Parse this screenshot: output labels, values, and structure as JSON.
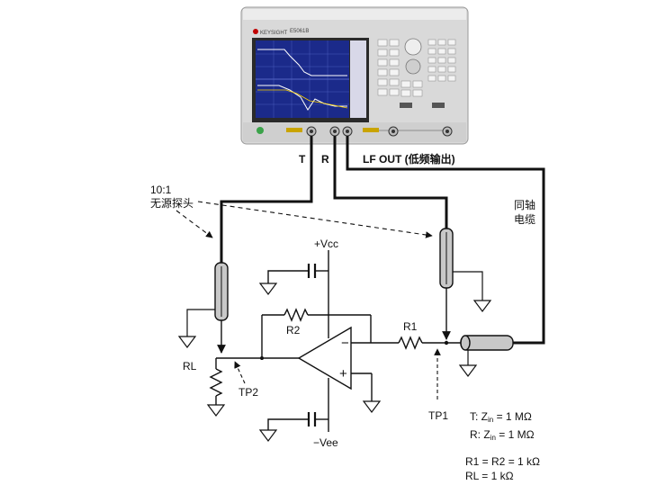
{
  "instrument": {
    "brand": "KEYSIGHT",
    "model": "E5061B",
    "screen_trace_color": "#1b2a8a",
    "port_labels": {
      "t": "T",
      "r": "R",
      "lf_out": "LF OUT (低频输出)"
    }
  },
  "probe": {
    "ratio": "10:1",
    "name": "无源探头"
  },
  "cable": {
    "line1": "同轴",
    "line2": "电缆"
  },
  "circuit": {
    "vcc": "+Vcc",
    "vee": "−Vee",
    "r1": "R1",
    "r2": "R2",
    "rl": "RL",
    "tp1": "TP1",
    "tp2": "TP2",
    "minus": "−",
    "plus": "+"
  },
  "notes": {
    "t_prefix": "T: Z",
    "t_sub": "in",
    "t_val": " = 1 MΩ",
    "r_prefix": "R: Z",
    "r_sub": "in",
    "r_val": " = 1 MΩ",
    "res": "R1 = R2 = 1 kΩ",
    "rl": "RL = 1 kΩ"
  },
  "colors": {
    "line": "#111111",
    "cable_fill": "#c8c8c8",
    "chassis": "#d9d9d9",
    "screen": "#1b2a8a"
  }
}
